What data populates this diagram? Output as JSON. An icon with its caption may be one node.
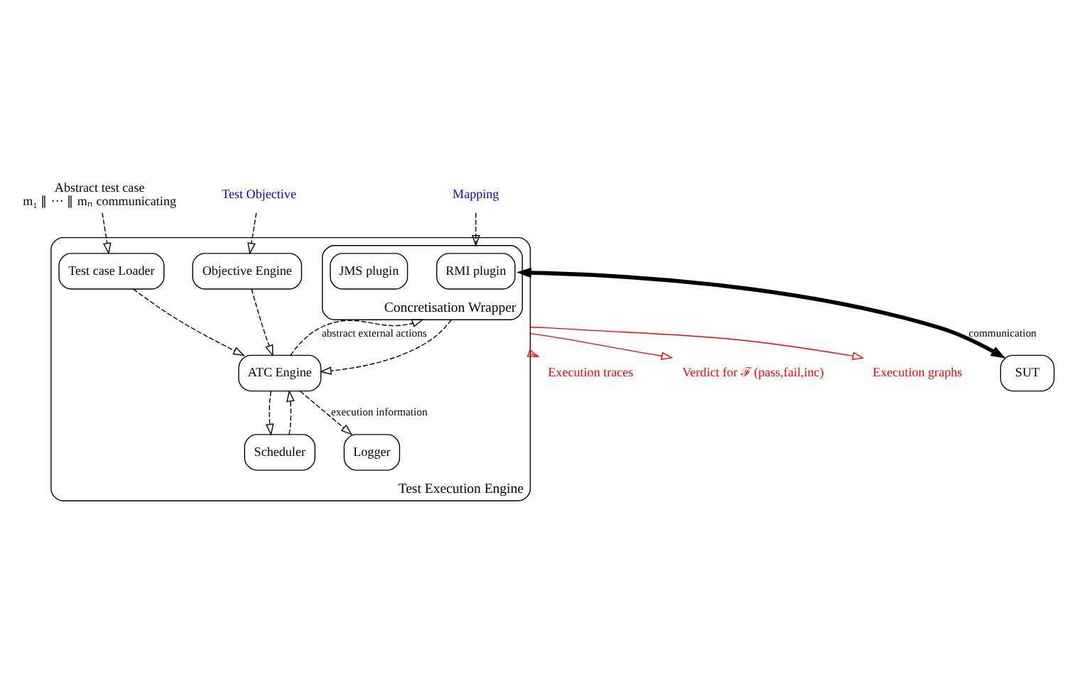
{
  "diagram": {
    "nodes": [
      {
        "text": [
          "Test Execution Engine"
        ]
      },
      {
        "text": [
          "Objective Engine"
        ],
        "in": 0
      },
      {
        "text": [
          "Scheduler"
        ],
        "in": 0
      },
      {
        "text": [
          "Test case Loader"
        ],
        "in": 0
      },
      {
        "text": [
          "ATC Engine"
        ],
        "in": 0
      },
      {
        "text": [
          "Logger"
        ],
        "in": 0
      },
      {
        "text": [
          "Concretisation Wrapper"
        ],
        "in": 0
      },
      {
        "text": [
          "RMI plugin"
        ],
        "in": 6
      },
      {
        "text": [
          "JMS plugin"
        ],
        "in": 6
      },
      {
        "text": [
          "SUT"
        ]
      },
      {
        "text": [
          "Abstract test case",
          "m₁ ∥ ··· ∥ mₙ communicating"
        ]
      },
      {
        "text": [
          "Test Objective"
        ]
      },
      {
        "text": [
          "Mapping"
        ]
      },
      {
        "text": [
          "Execution graphs"
        ]
      },
      {
        "text": [
          "Execution traces"
        ]
      },
      {
        "text": [
          "Verdict for ℱ (pass,fail,inc)"
        ]
      }
    ],
    "edges": [
      {
        "from": 10,
        "to": 3,
        "arrow": "to",
        "style": "dashed"
      },
      {
        "from": 11,
        "to": 1,
        "arrow": "to",
        "style": "dashed"
      },
      {
        "from": 2,
        "to": 4,
        "arrow": "to",
        "style": "dashed"
      },
      {
        "from": 4,
        "to": 2,
        "arrow": "to",
        "style": "dashed"
      },
      {
        "from": 1,
        "to": 4,
        "arrow": "to",
        "style": "dashed"
      },
      {
        "from": 3,
        "to": 4,
        "arrow": "to",
        "style": "dashed"
      },
      {
        "from": 4,
        "to": 5,
        "arrow": "to",
        "style": "dashed",
        "label": "execution information"
      },
      {
        "from": 4,
        "to": 6,
        "arrow": "to",
        "style": "dashed",
        "label": "abstract external actions"
      },
      {
        "from": 6,
        "to": 4,
        "arrow": "to",
        "style": "dashed"
      },
      {
        "from": 12,
        "to": 6,
        "arrow": "to",
        "style": "dashed"
      },
      {
        "from": 6,
        "to": 9,
        "arrow": "both",
        "style": "thick",
        "label": "communication"
      },
      {
        "from": 0,
        "to": 13,
        "arrow": "to",
        "color": "#ff0000"
      },
      {
        "from": 0,
        "to": 14,
        "arrow": "to",
        "color": "#ff0000"
      },
      {
        "from": 0,
        "to": 15,
        "arrow": "to",
        "color": "#ff0000"
      }
    ]
  }
}
